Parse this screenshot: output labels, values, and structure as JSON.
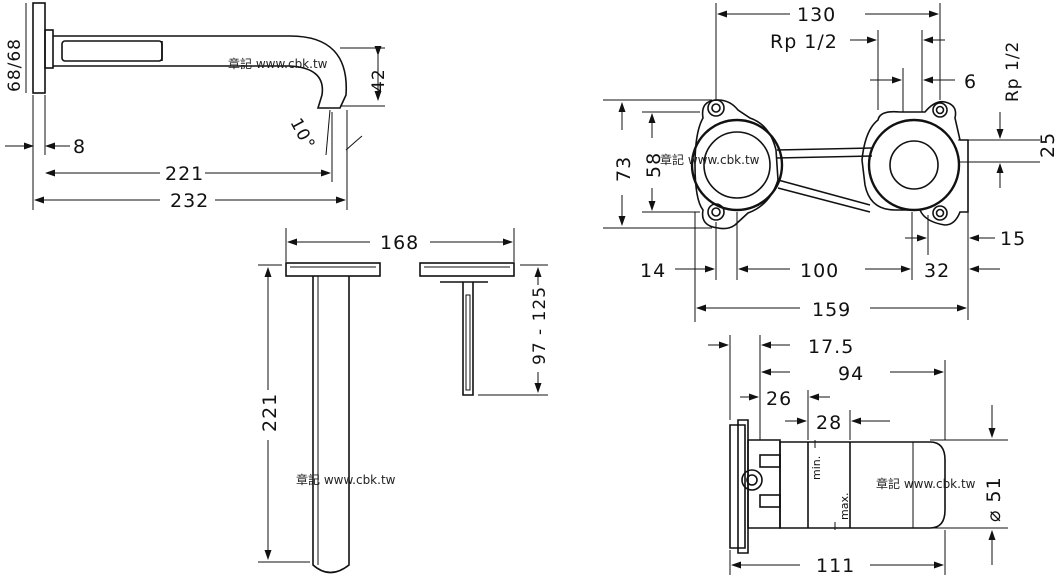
{
  "watermark": "章記 www.cbk.tw",
  "spout_side": {
    "plate": "68/68",
    "spout_height": "42",
    "angle": "10°",
    "offset": "8",
    "projection": "221",
    "total": "232"
  },
  "spout_front": {
    "width": "168",
    "length": "221",
    "handle_range": "97 - 125"
  },
  "body_front": {
    "width_top": "130",
    "thread_a": "Rp 1/2",
    "thread_b": "Rp 1/2",
    "six": "6",
    "h73": "73",
    "h58": "58",
    "h25": "25",
    "h15": "15",
    "w14": "14",
    "w100": "100",
    "w32": "32",
    "w159": "159"
  },
  "body_side": {
    "d17_5": "17.5",
    "d94": "94",
    "d26": "26",
    "d28": "28",
    "dia": "⌀ 51",
    "d111": "111",
    "min": "min.",
    "max": "max."
  }
}
